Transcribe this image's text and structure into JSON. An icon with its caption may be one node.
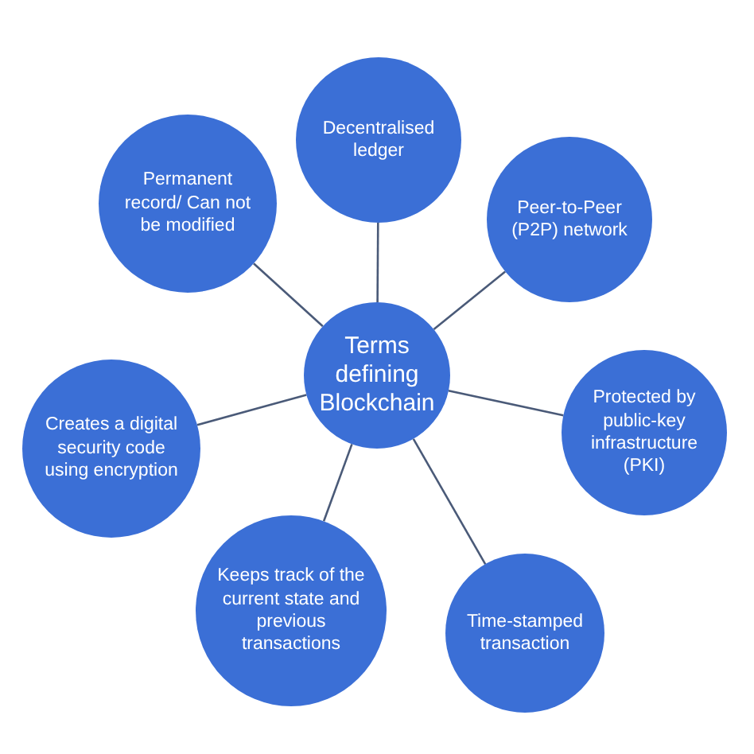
{
  "diagram": {
    "nodes": [
      {
        "text": [
          "Terms defining Blockchain"
        ]
      },
      {
        "text": [
          "Decentralised ledger"
        ]
      },
      {
        "text": [
          "Peer-to-Peer (P2P) network"
        ]
      },
      {
        "text": [
          "Protected by public-key infrastructure (PKI)"
        ]
      },
      {
        "text": [
          "Time-stamped transaction"
        ]
      },
      {
        "text": [
          "Keeps track of the current state and previous transactions"
        ]
      },
      {
        "text": [
          "Creates a digital security code using encryption"
        ]
      },
      {
        "text": [
          "Permanent record/ Can not be modified"
        ]
      }
    ],
    "edges": [
      {
        "from": 0,
        "to": 1,
        "arrow": "none"
      },
      {
        "from": 0,
        "to": 2,
        "arrow": "none"
      },
      {
        "from": 0,
        "to": 3,
        "arrow": "none"
      },
      {
        "from": 0,
        "to": 4,
        "arrow": "none"
      },
      {
        "from": 0,
        "to": 5,
        "arrow": "none"
      },
      {
        "from": 0,
        "to": 6,
        "arrow": "none"
      },
      {
        "from": 0,
        "to": 7,
        "arrow": "none"
      }
    ]
  }
}
